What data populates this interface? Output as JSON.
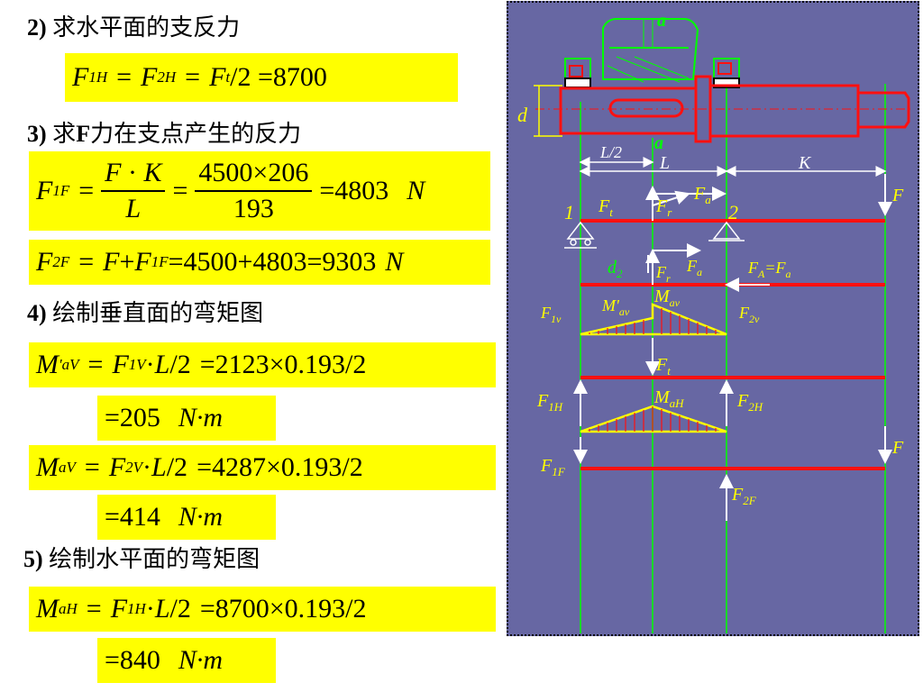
{
  "headings": {
    "h2": {
      "num": "2)",
      "text": "求水平面的支反力"
    },
    "h3": {
      "num": "3)",
      "pre": "求",
      "bold": "F",
      "post": "力在支点产生的反力"
    },
    "h4": {
      "num": "4)",
      "text": "绘制垂直面的弯矩图"
    },
    "h5": {
      "num": "5)",
      "text": "绘制水平面的弯矩图"
    }
  },
  "equations": {
    "eq1": {
      "rhs": "8700"
    },
    "eq2": {
      "num": "4500×206",
      "den": "193",
      "result": "4803",
      "unit": "N"
    },
    "eq3": {
      "expr": "4500+4803=9303",
      "unit": "N"
    },
    "eq4": {
      "expr": "2123×0.193/2"
    },
    "eq4b": {
      "value": "205",
      "unit": "N·m"
    },
    "eq5": {
      "expr": "4287×0.193/2"
    },
    "eq5b": {
      "value": "414",
      "unit": "N·m"
    },
    "eq6": {
      "expr": "8700×0.193/2"
    },
    "eq6b": {
      "value": "840",
      "unit": "N·m"
    }
  },
  "diagram": {
    "labels": {
      "a_top": "a",
      "a_mid": "a",
      "d": "d",
      "L_half": "L/2",
      "L": "L",
      "K": "K",
      "support1": "1",
      "support2": "2",
      "F_right1": "F",
      "F_right2": "F",
      "d2": "d",
      "A_eq": "=F",
      "F1v": "F",
      "F2v": "F",
      "F1H": "F",
      "F2H": "F",
      "F1F": "F",
      "F2F": "F",
      "Mav_prime": "M'",
      "Mav": "M",
      "MaH": "M"
    },
    "subs": {
      "t": "t",
      "r": "r",
      "a": "a",
      "A": "A",
      "two": "2",
      "av": "av",
      "aH": "aH",
      "v1": "1v",
      "v2": "2v",
      "H1": "1H",
      "H2": "2H",
      "F1": "1F",
      "F2": "2F"
    },
    "colors": {
      "background": "#6767a3",
      "shaft": "#ff1010",
      "gear": "#00ff00",
      "label_green": "#00ff00",
      "label_yellow": "#ffff00"
    }
  }
}
